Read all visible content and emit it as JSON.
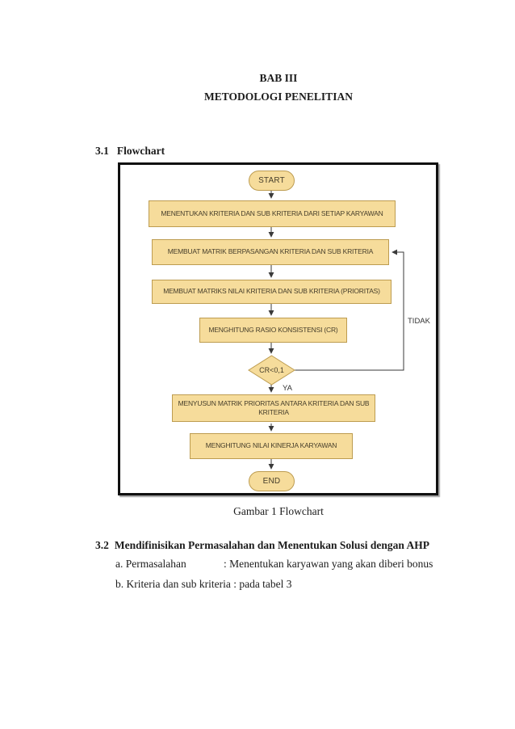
{
  "header": {
    "chapter": "BAB III",
    "title": "METODOLOGI PENELITIAN"
  },
  "section_31": {
    "number": "3.1",
    "title": "Flowchart"
  },
  "flowchart": {
    "nodes": {
      "start": "START",
      "step1": "MENENTUKAN KRITERIA DAN SUB KRITERIA DARI SETIAP KARYAWAN",
      "step2": "MEMBUAT MATRIK BERPASANGAN KRITERIA DAN SUB KRITERIA",
      "step3": "MEMBUAT MATRIKS NILAI KRITERIA DAN SUB KRITERIA (PRIORITAS)",
      "step4": "MENGHITUNG RASIO KONSISTENSI (CR)",
      "decision": "CR<0,1",
      "step5": "MENYUSUN MATRIK PRIORITAS ANTARA KRITERIA DAN SUB KRITERIA",
      "step6": "MENGHITUNG NILAI KINERJA KARYAWAN",
      "end": "END"
    },
    "branch_labels": {
      "no": "TIDAK",
      "yes": "YA"
    },
    "colors": {
      "node_fill": "#F6DC9B",
      "node_border": "#BD9C50",
      "connector": "#3A3A3A",
      "node_text": "#463E2B"
    }
  },
  "figure_caption": "Gambar 1 Flowchart",
  "section_32": {
    "number": "3.2",
    "title": "Mendifinisikan Permasalahan dan Menentukan Solusi dengan AHP",
    "item_a": {
      "label": "a. Permasalahan",
      "value": ": Menentukan karyawan yang akan diberi bonus"
    },
    "item_b": {
      "text": "b. Kriteria dan sub kriteria : pada tabel 3"
    }
  }
}
